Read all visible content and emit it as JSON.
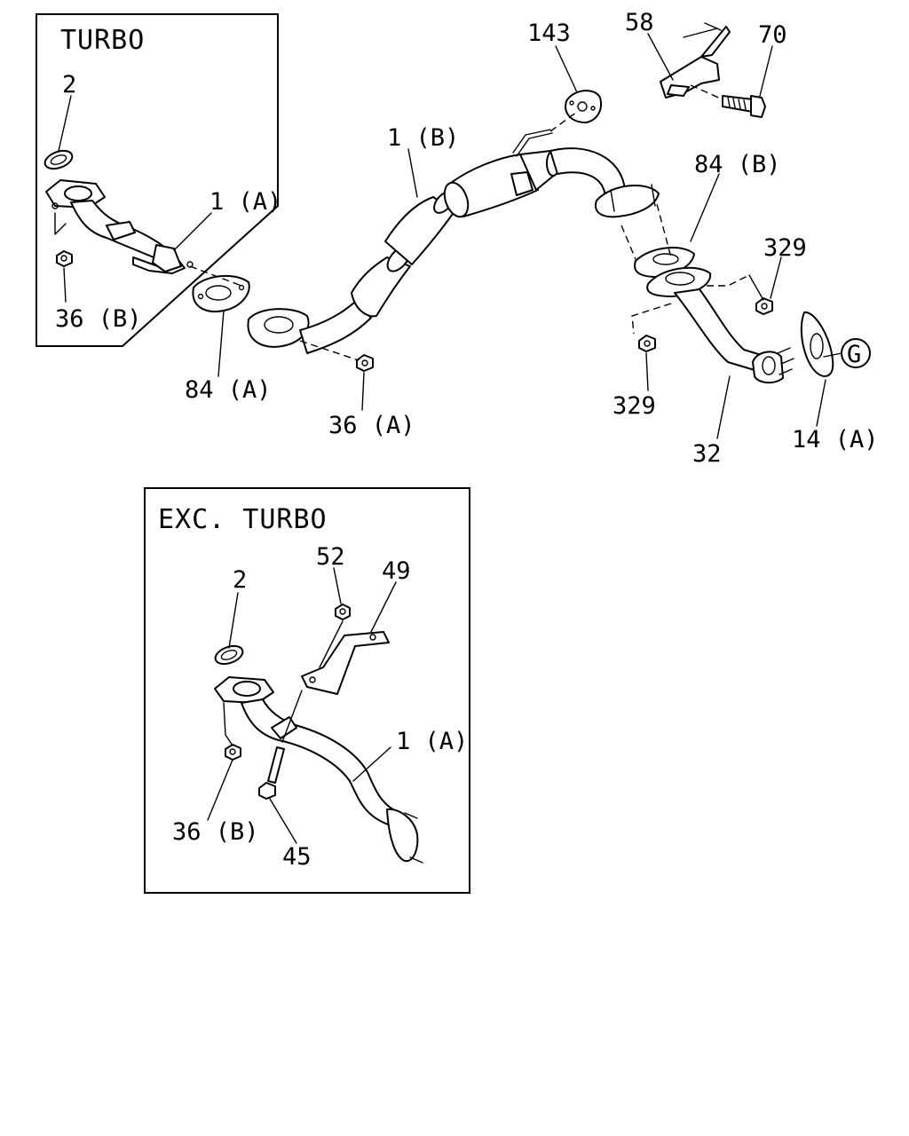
{
  "insets": {
    "turbo_title": "TURBO",
    "exc_turbo_title": "EXC. TURBO"
  },
  "callouts": {
    "turbo_2": "2",
    "turbo_1a": "1 (A)",
    "turbo_36b": "36 (B)",
    "p84a": "84 (A)",
    "p36a": "36 (A)",
    "p1b": "1 (B)",
    "p143": "143",
    "p58": "58",
    "p70": "70",
    "p84b": "84 (B)",
    "p329_top": "329",
    "p329_bottom": "329",
    "pG": "G",
    "p14a": "14 (A)",
    "p32": "32",
    "exc_2": "2",
    "exc_52": "52",
    "exc_49": "49",
    "exc_1a": "1 (A)",
    "exc_36b": "36 (B)",
    "exc_45": "45"
  }
}
